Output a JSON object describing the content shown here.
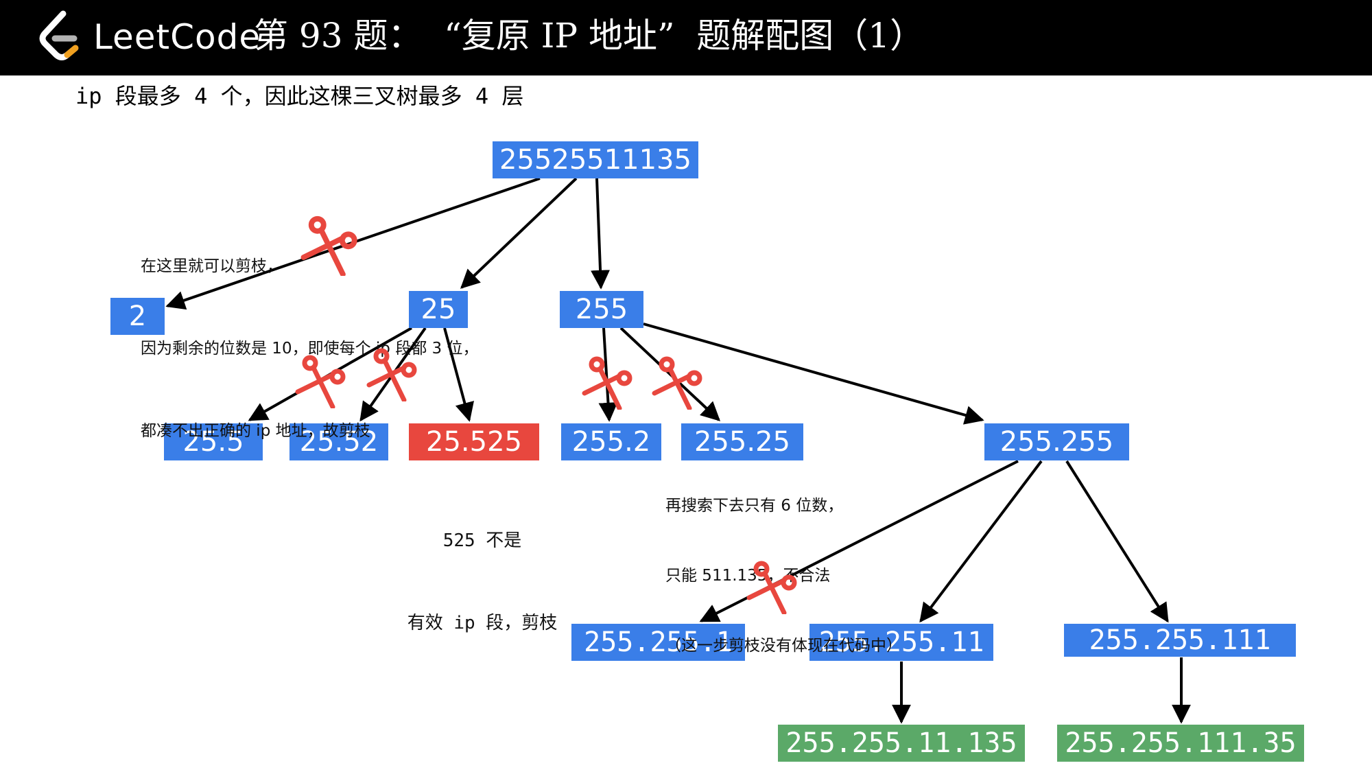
{
  "header": {
    "brand": "LeetCode",
    "title": "第 93 题：  “复原 IP 地址”  题解配图（1）"
  },
  "subtitle": "ip 段最多 4 个，因此这棵三叉树最多 4 层",
  "nodes": {
    "root": "25525511135",
    "n2": "2",
    "n25": "25",
    "n255": "255",
    "n25_5": "25.5",
    "n25_52": "25.52",
    "n25_525": "25.525",
    "n255_2": "255.2",
    "n255_25": "255.25",
    "n255_255": "255.255",
    "n255_255_1": "255.255.1",
    "n255_255_11": "255.255.11",
    "n255_255_111": "255.255.111",
    "leaf_11_135": "255.255.11.135",
    "leaf_111_35": "255.255.111.35"
  },
  "notes": {
    "prune_root": [
      "在这里就可以剪枝，",
      "因为剩余的位数是 10，即使每个 ip 段都 3 位，",
      "都凑不出正确的 ip 地址，故剪枝"
    ],
    "invalid_525": [
      "525 不是",
      "有效 ip 段，剪枝"
    ],
    "prune_255_25": [
      "再搜索下去只有 6 位数，",
      "只能 511.135，不合法",
      "（这一步剪枝没有体现在代码中）"
    ]
  },
  "colors": {
    "header_bg": "#000000",
    "node_blue": "#3a7ee8",
    "node_red": "#e8473e",
    "node_green": "#5ba968",
    "scissors_red": "#e8473e",
    "logo_orange": "#f0a020"
  },
  "icons": {
    "logo": "leetcode-logo-icon",
    "scissors": "scissors-icon"
  }
}
